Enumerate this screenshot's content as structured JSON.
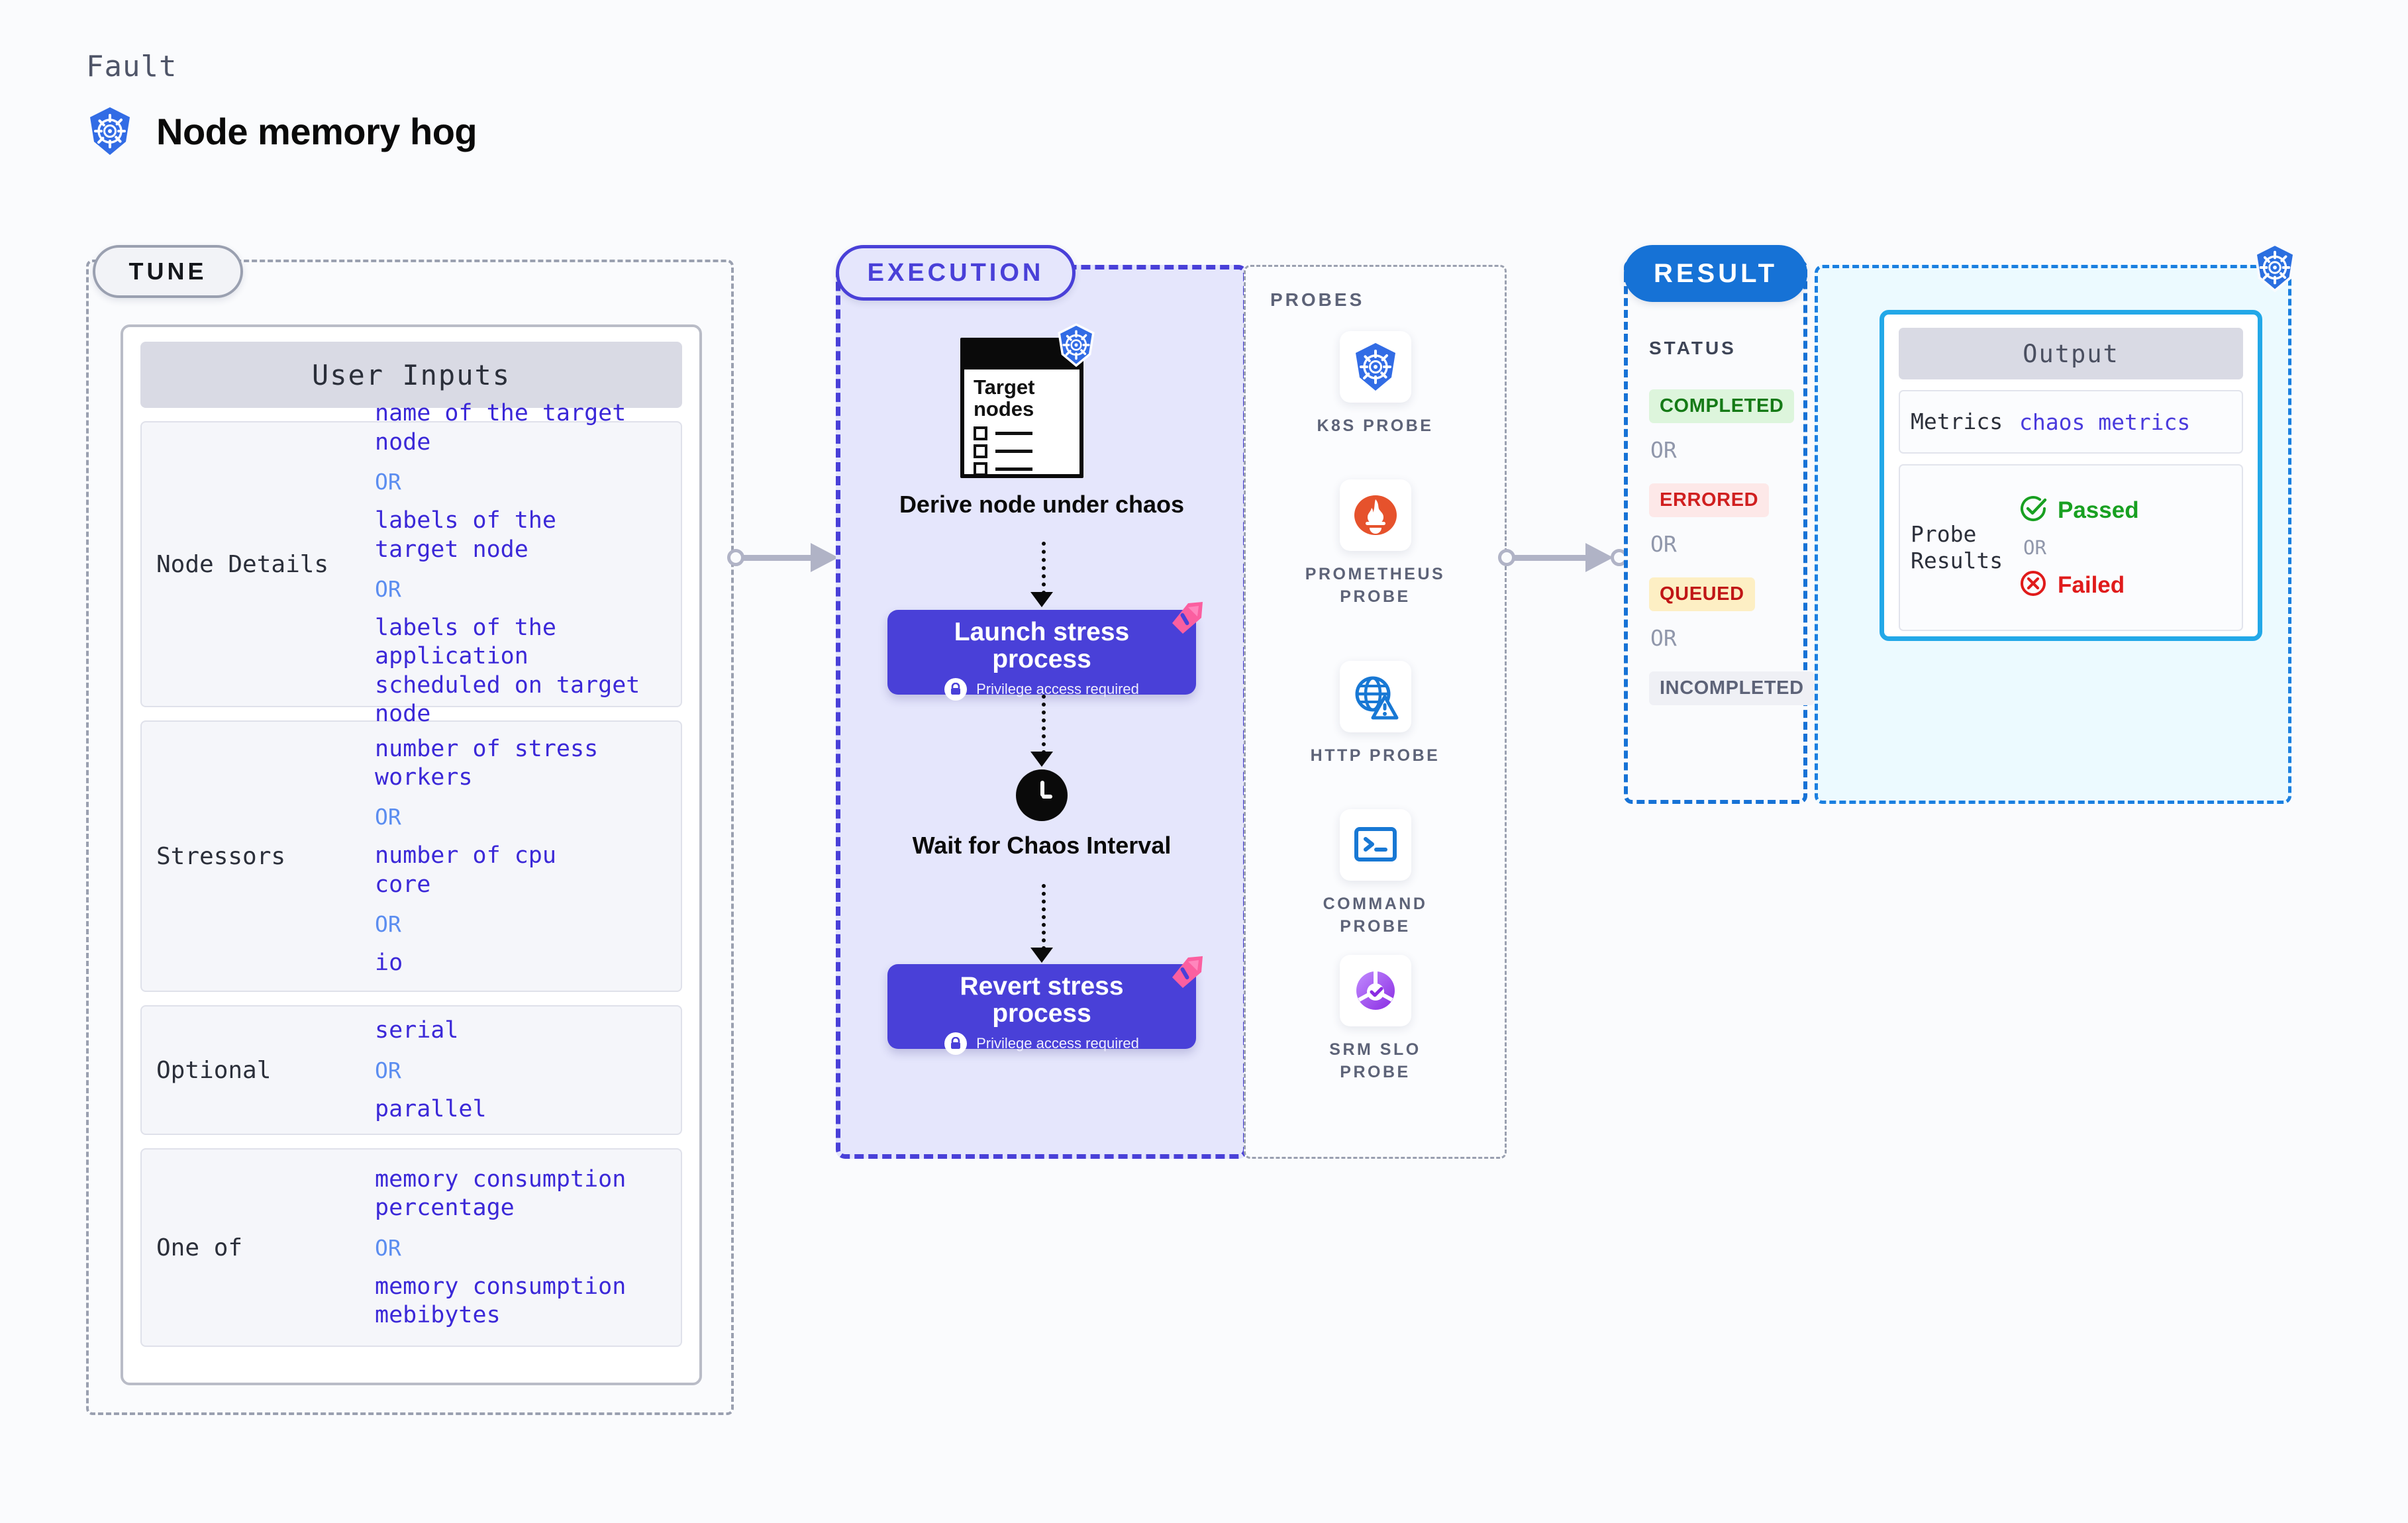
{
  "header": {
    "kicker": "Fault",
    "title": "Node memory hog",
    "logo_icon": "kubernetes-icon",
    "accent": "#326ce5"
  },
  "sections": {
    "tune": {
      "badge": "TUNE"
    },
    "execution": {
      "badge": "EXECUTION"
    },
    "probes": {
      "title": "PROBES"
    },
    "result": {
      "badge": "RESULT"
    }
  },
  "tune": {
    "card_title": "User Inputs",
    "or_text": "OR",
    "rows": [
      {
        "label": "Node Details",
        "values": [
          "name of the target\nnode",
          "labels of the\ntarget node",
          "labels of the application\n scheduled on target node"
        ]
      },
      {
        "label": "Stressors",
        "values": [
          "number of stress\nworkers",
          "number of cpu\ncore",
          "io"
        ]
      },
      {
        "label": "Optional",
        "values": [
          "serial",
          "parallel"
        ]
      },
      {
        "label": "One of",
        "values": [
          "memory consumption\npercentage",
          "memory consumption\nmebibytes"
        ]
      }
    ]
  },
  "execution": {
    "node_card": {
      "caption": "Target\nnodes",
      "badge_icon": "kubernetes-icon"
    },
    "steps": [
      {
        "label": "Derive node under\nchaos",
        "type": "illustration"
      },
      {
        "label": "Launch stress\nprocess",
        "type": "process",
        "sub": "Privilege access required",
        "lock_icon": "lock-icon",
        "ribbon_icon": "ribbon-icon"
      },
      {
        "label": "Wait for Chaos\nInterval",
        "type": "clock",
        "icon": "clock-icon"
      },
      {
        "label": "Revert stress\nprocess",
        "type": "process",
        "sub": "Privilege access required",
        "lock_icon": "lock-icon",
        "ribbon_icon": "ribbon-icon"
      }
    ]
  },
  "probes": [
    {
      "label": "K8S PROBE",
      "icon": "kubernetes-icon"
    },
    {
      "label": "PROMETHEUS\nPROBE",
      "icon": "prometheus-icon"
    },
    {
      "label": "HTTP PROBE",
      "icon": "globe-warning-icon"
    },
    {
      "label": "COMMAND\nPROBE",
      "icon": "terminal-icon"
    },
    {
      "label": "SRM SLO\nPROBE",
      "icon": "srm-slo-icon"
    }
  ],
  "result": {
    "status_title": "STATUS",
    "or_text": "OR",
    "statuses": [
      {
        "label": "COMPLETED",
        "bg": "#ddf5dc",
        "fg": "#157a16"
      },
      {
        "label": "ERRORED",
        "bg": "#fde8e8",
        "fg": "#d01f1f"
      },
      {
        "label": "QUEUED",
        "bg": "#fdefc4",
        "fg": "#c01616"
      },
      {
        "label": "INCOMPLETED",
        "bg": "#eff0f5",
        "fg": "#5d6378"
      }
    ]
  },
  "output": {
    "card_title": "Output",
    "badge_icon": "kubernetes-icon",
    "or_text": "OR",
    "metrics": {
      "label": "Metrics",
      "value": "chaos metrics"
    },
    "probe_results": {
      "label": "Probe\nResults",
      "passed": {
        "label": "Passed",
        "icon": "check-circle-icon",
        "color": "#18a021"
      },
      "failed": {
        "label": "Failed",
        "icon": "x-circle-icon",
        "color": "#e01b1b"
      }
    }
  }
}
